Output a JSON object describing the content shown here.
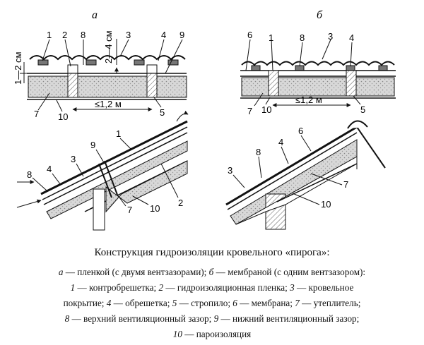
{
  "diagram": {
    "panel_labels": {
      "a": "а",
      "b": "б"
    },
    "dim_top": "2—4 см",
    "dim_side": "1—2 см",
    "dim_span": "≤1,2 м",
    "numbers": {
      "n1": "1",
      "n2": "2",
      "n3": "3",
      "n4": "4",
      "n5": "5",
      "n6": "6",
      "n7": "7",
      "n8": "8",
      "n9": "9",
      "n10": "10"
    }
  },
  "caption": {
    "title": "Конструкция гидроизоляции кровельного «пирога»:",
    "line1": {
      "a": "а",
      "a_text": " — пленкой (с двумя вентзазорами); ",
      "b": "б",
      "b_text": " — мембраной (с одним вентзазором):"
    },
    "line2": {
      "n1": "1",
      "t1": " — контробрешетка; ",
      "n2": "2",
      "t2": " — гидроизоляционная пленка; ",
      "n3": "3",
      "t3": " — кровельное"
    },
    "line3": {
      "t0": "покрытие; ",
      "n4": "4",
      "t4": " — обрешетка; ",
      "n5": "5",
      "t5": " — стропило; ",
      "n6": "6",
      "t6": " — мембрана; ",
      "n7": "7",
      "t7": " — утеплитель;"
    },
    "line4": {
      "n8": "8",
      "t8": " — верхний вентиляционный зазор; ",
      "n9": "9",
      "t9": " — нижний вентиляционный зазор;"
    },
    "line5": {
      "n10": "10",
      "t10": " — пароизоляция"
    }
  }
}
